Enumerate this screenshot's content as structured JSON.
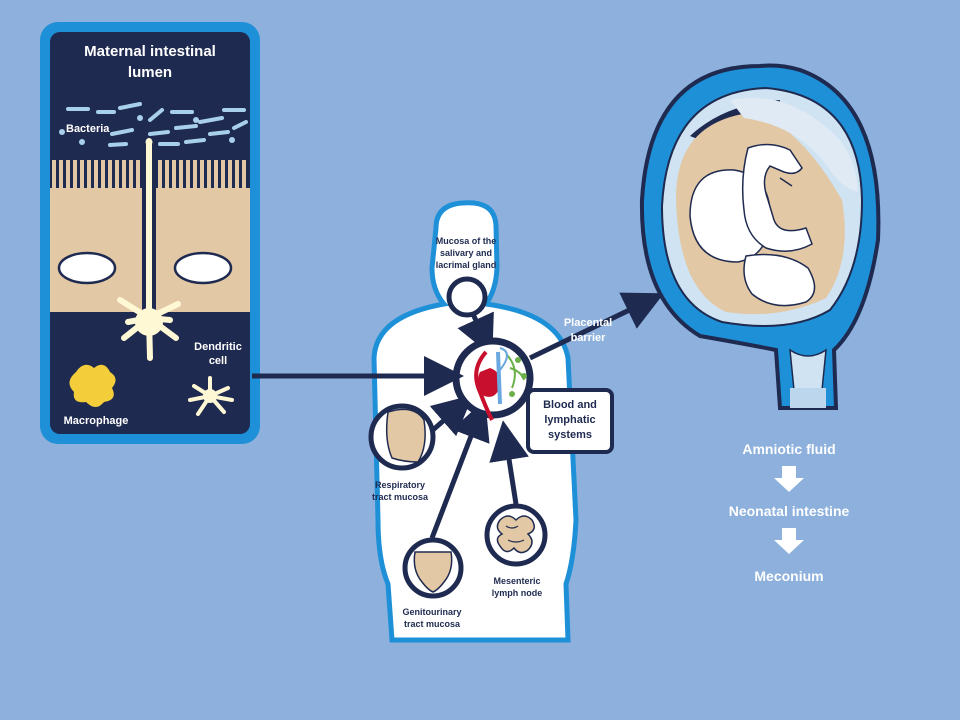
{
  "colors": {
    "background": "#8db0dc",
    "navy": "#1f2a50",
    "frame_blue": "#1e90d8",
    "tissue": "#e2c8a4",
    "white": "#ffffff",
    "macrophage": "#f3cd3a",
    "blood_red": "#c8102e",
    "lymph_green": "#6bb04a"
  },
  "intestine_panel": {
    "title_line1": "Maternal intestinal",
    "title_line2": "lumen",
    "bacteria": "Bacteria",
    "dendritic_line1": "Dendritic",
    "dendritic_line2": "cell",
    "macrophage": "Macrophage"
  },
  "body": {
    "salivary_line1": "Mucosa of the",
    "salivary_line2": "salivary and",
    "salivary_line3": "lacrimal gland",
    "blood_line1": "Blood and",
    "blood_line2": "lymphatic",
    "blood_line3": "systems",
    "respiratory_line1": "Respiratory",
    "respiratory_line2": "tract mucosa",
    "mesenteric_line1": "Mesenteric",
    "mesenteric_line2": "lymph node",
    "genito_line1": "Genitourinary",
    "genito_line2": "tract  mucosa"
  },
  "placenta": {
    "line1": "Placental",
    "line2": "barrier"
  },
  "flow": [
    "Amniotic fluid",
    "Neonatal intestine",
    "Meconium"
  ]
}
